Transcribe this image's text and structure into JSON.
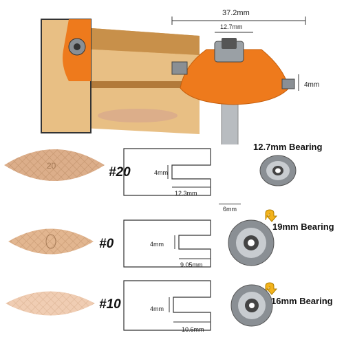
{
  "cutter": {
    "overall_diameter": "37.2mm",
    "bearing_diameter": "12.7mm",
    "cut_height": "4mm",
    "shank_diameter": "6mm",
    "body_color": "#ee7a1c",
    "wood_color": "#e8bf84"
  },
  "bearing_default_label": "12.7mm Bearing",
  "biscuits": [
    {
      "label": "#20",
      "slot_height": "4mm",
      "slot_depth": "12.3mm",
      "bearing_label": "",
      "color": "#dcae8a"
    },
    {
      "label": "#0",
      "slot_height": "4mm",
      "slot_depth": "9.05mm",
      "bearing_label": "19mm Bearing",
      "color": "#e2b690"
    },
    {
      "label": "#10",
      "slot_height": "4mm",
      "slot_depth": "10.6mm",
      "bearing_label": "16mm Bearing",
      "color": "#f0cdb3"
    }
  ],
  "colors": {
    "accent": "#f3b31c",
    "orange": "#ee7a1c",
    "steel": "#8a8f94"
  }
}
